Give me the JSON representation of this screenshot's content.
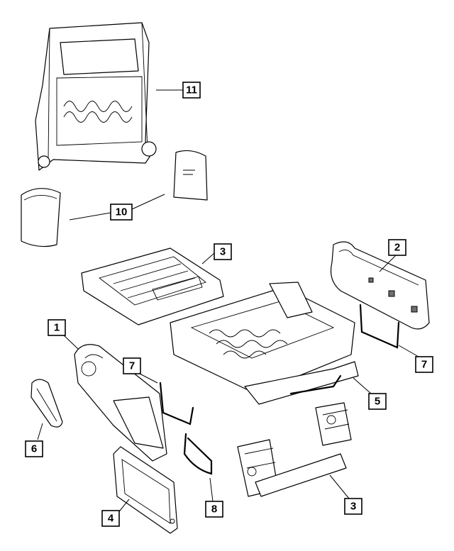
{
  "diagram": {
    "callouts": [
      {
        "key": "c1",
        "label": "1"
      },
      {
        "key": "c2",
        "label": "2"
      },
      {
        "key": "c3a",
        "label": "3"
      },
      {
        "key": "c3b",
        "label": "3"
      },
      {
        "key": "c4",
        "label": "4"
      },
      {
        "key": "c5",
        "label": "5"
      },
      {
        "key": "c6",
        "label": "6"
      },
      {
        "key": "c7a",
        "label": "7"
      },
      {
        "key": "c7b",
        "label": "7"
      },
      {
        "key": "c8",
        "label": "8"
      },
      {
        "key": "c10",
        "label": "10"
      },
      {
        "key": "c11",
        "label": "11"
      }
    ]
  }
}
